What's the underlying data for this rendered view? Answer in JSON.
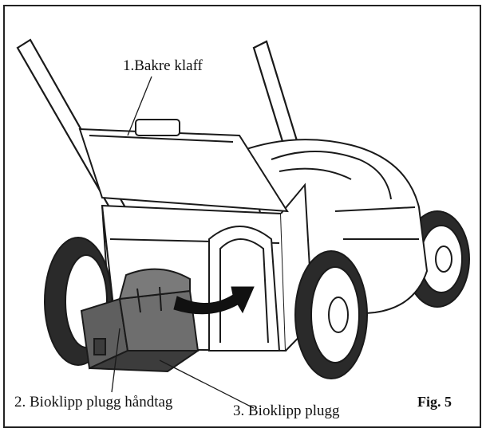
{
  "labels": {
    "rear_flap": "1.Bakre klaff",
    "plug_handle": "2. Bioklipp plugg håndtag",
    "plug": "3. Bioklipp plugg",
    "figure": "Fig. 5"
  },
  "colors": {
    "line": "#1a1a1a",
    "plug_fill": "#5f5f5f",
    "plug_dark": "#3c3c3c",
    "tire_fill": "#2a2a2a"
  }
}
